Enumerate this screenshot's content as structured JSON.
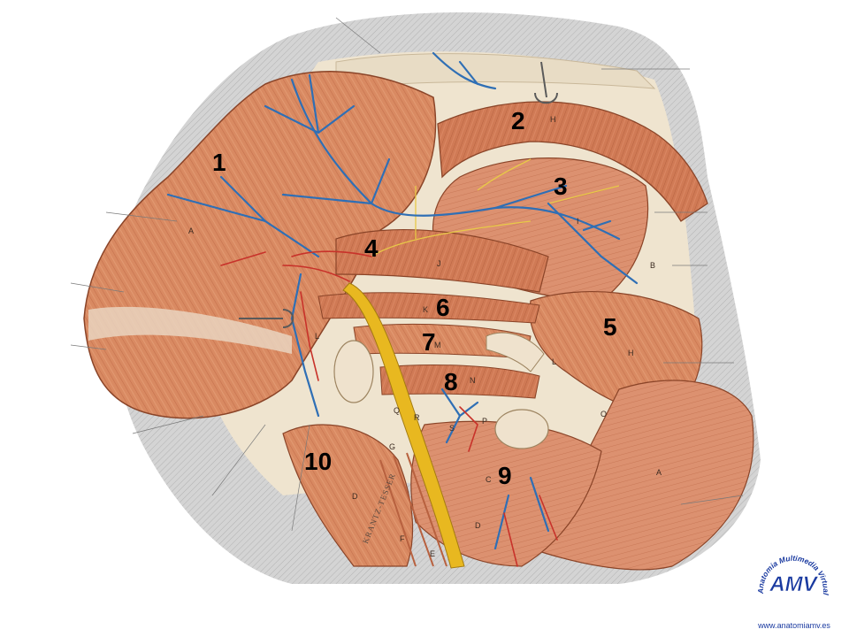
{
  "figure": {
    "numbers": [
      "1",
      "2",
      "3",
      "4",
      "5",
      "6",
      "7",
      "8",
      "9",
      "10"
    ],
    "letters": {
      "A_left": "A",
      "A_right": "A",
      "B": "B",
      "C": "C",
      "D1": "D",
      "D2": "D",
      "E": "E",
      "F": "F",
      "G": "G",
      "H1": "H",
      "H2": "H",
      "I": "I",
      "J": "J",
      "K": "K",
      "L1": "L",
      "L2": "L",
      "M": "M",
      "N": "N",
      "O": "O",
      "P": "P",
      "Q": "Q",
      "R": "R",
      "S": "S"
    },
    "artist_signature": "KRANTZ-TESSER"
  },
  "branding": {
    "logo_text": "AMV",
    "arc_text": "Anatomia Multimedia Virtual",
    "url": "www.anatomiamv.es"
  },
  "colors": {
    "muscle": "#d98a62",
    "muscle_dark": "#b8613f",
    "tendon": "#e8c9a8",
    "vein": "#2f6fb5",
    "artery": "#c8322a",
    "nerve": "#e8b820",
    "skin": "#cfcfcf",
    "logo_blue": "#1a3aa0"
  }
}
